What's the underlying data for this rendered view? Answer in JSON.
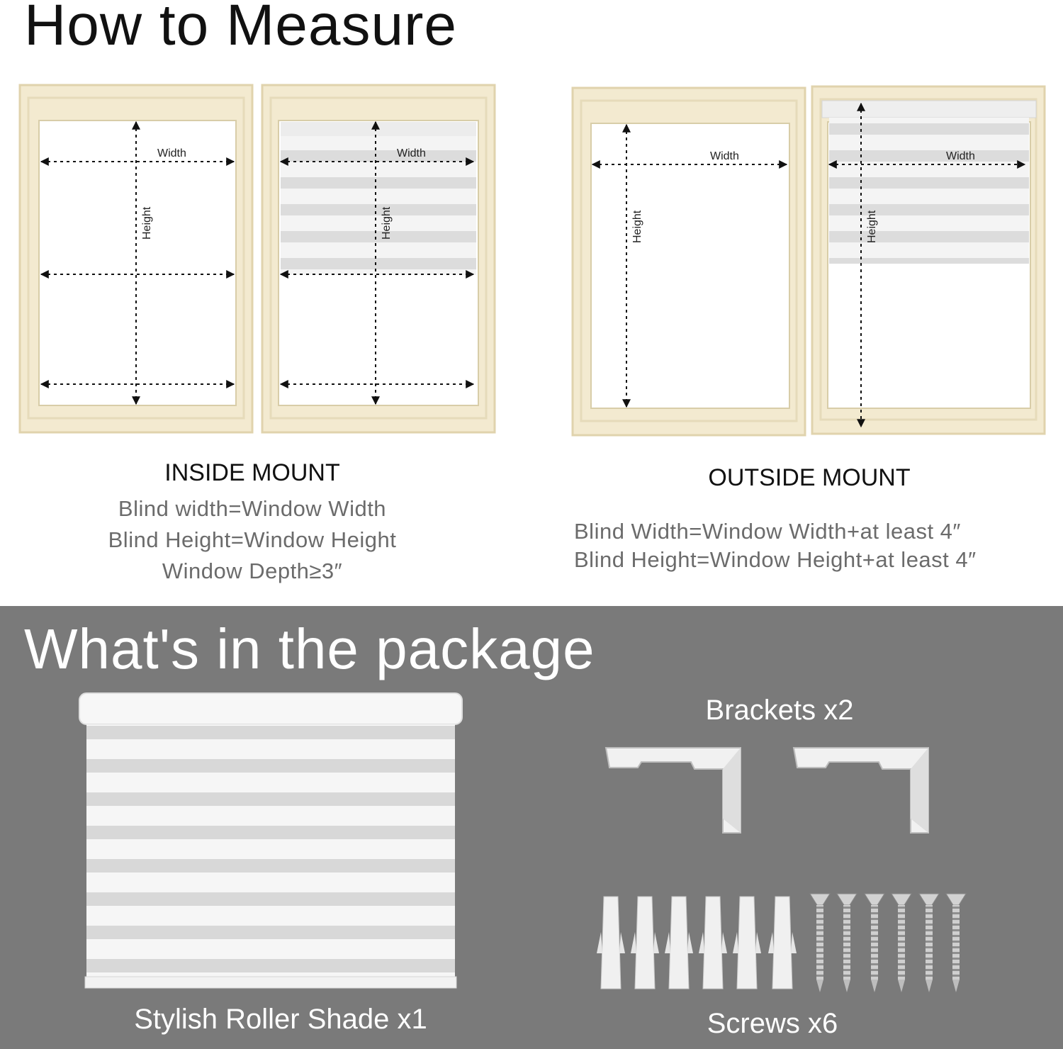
{
  "measure": {
    "title": "How to Measure",
    "width_label": "Width",
    "height_label": "Height",
    "inside": {
      "title": "INSIDE MOUNT",
      "lines": [
        "Blind width=Window Width",
        "Blind Height=Window Height",
        "Window Depth≥3″"
      ]
    },
    "outside": {
      "title": "OUTSIDE MOUNT",
      "lines": [
        "Blind Width=Window Width+at least 4″",
        "Blind Height=Window Height+at least 4″"
      ]
    }
  },
  "package": {
    "title": "What's in the package",
    "roller_label": "Stylish Roller Shade x1",
    "brackets_label": "Brackets x2",
    "screws_label": "Screws x6"
  },
  "colors": {
    "frame": "#f3ead0",
    "frame_edge": "#e4d8b4",
    "package_bg": "#7a7a7a",
    "blind_stripe": "#d9d9d9"
  }
}
